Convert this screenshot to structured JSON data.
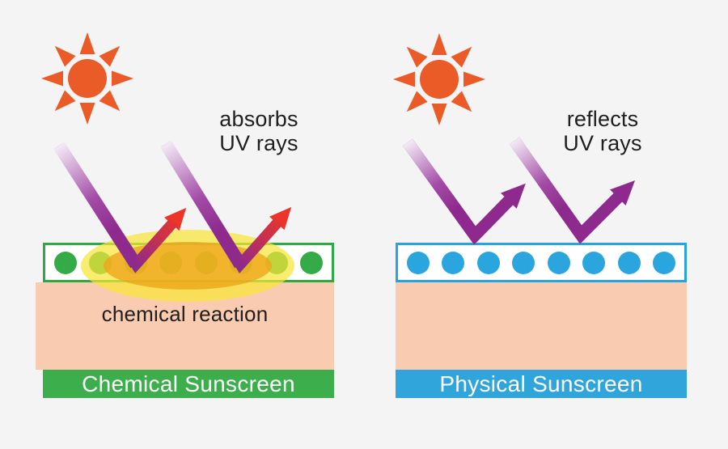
{
  "left_panel": {
    "annotation_line1": "absorbs",
    "annotation_line2": "UV rays",
    "reaction_label": "chemical reaction",
    "footer_label": "Chemical Sunscreen",
    "particles": {
      "count": 8,
      "color": "#35ab47",
      "name": "chemical-filter-particle"
    },
    "colors": {
      "layer_border": "#2fa846",
      "footer_bar": "#3cae4c",
      "highlight_outer": "rgba(246,228,55,0.72)",
      "highlight_inner": "rgba(238,164,26,0.78)"
    }
  },
  "right_panel": {
    "annotation_line1": "reflects",
    "annotation_line2": "UV rays",
    "footer_label": "Physical Sunscreen",
    "particles": {
      "count": 8,
      "color": "#2aa5de",
      "name": "physical-blocker-particle"
    },
    "colors": {
      "layer_border": "#29a3dc",
      "footer_bar": "#2fa5dc"
    }
  },
  "colors": {
    "background": "#f4f4f5",
    "sun": "#ea5b28",
    "uv_arrow": "#8e2a8d",
    "absorbed_arrow": "#ec3528",
    "skin": "#f9cbb0",
    "text": "#1f1f1f",
    "footer_text": "#ffffff"
  }
}
